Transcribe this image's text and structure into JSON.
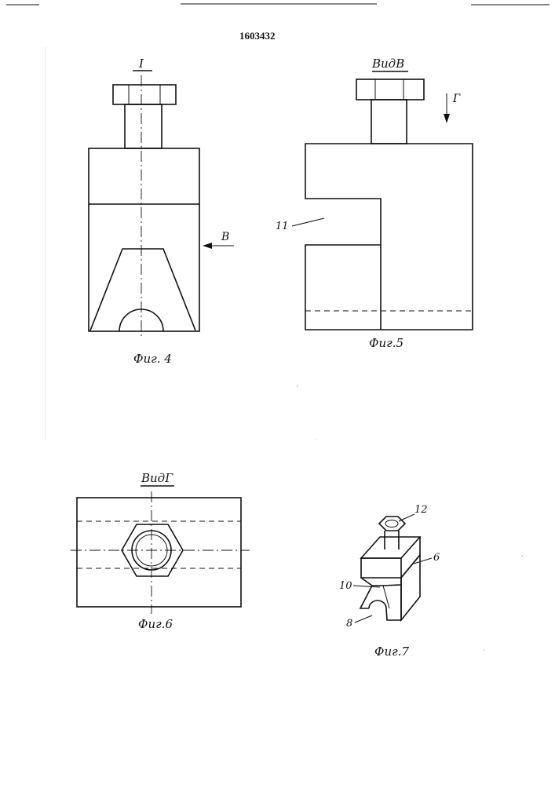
{
  "patent_number": "1603432",
  "fig4": {
    "section_label": "I",
    "view_arrow_label": "В",
    "caption": "Фиг. 4"
  },
  "fig5": {
    "view_title": "ВидВ",
    "arrow_label": "Г",
    "callout_11": "11",
    "caption": "Фиг.5"
  },
  "fig6": {
    "view_title": "ВидГ",
    "caption": "Фиг.6"
  },
  "fig7": {
    "callout_12": "12",
    "callout_6": "6",
    "callout_10": "10",
    "callout_8": "8",
    "caption": "Фиг.7"
  }
}
